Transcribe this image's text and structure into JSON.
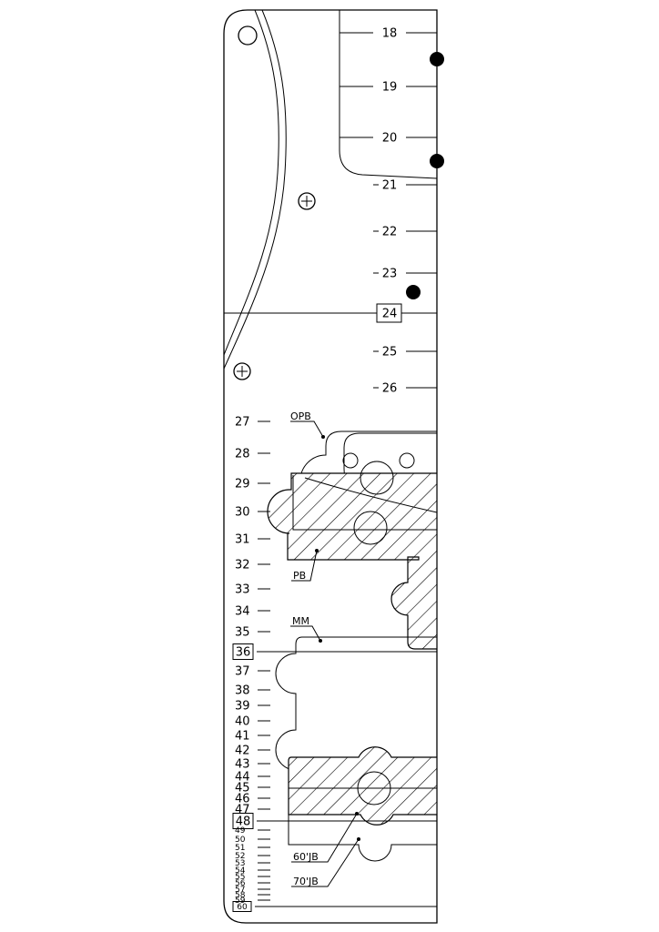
{
  "ruler": {
    "upper": [
      "18",
      "19",
      "20",
      "21",
      "22",
      "23",
      "24",
      "25",
      "26"
    ],
    "lower": [
      "27",
      "28",
      "29",
      "30",
      "31",
      "32",
      "33",
      "34",
      "35",
      "36",
      "37",
      "38",
      "39",
      "40",
      "41",
      "42",
      "43",
      "44",
      "45",
      "46",
      "47",
      "48",
      "49",
      "50",
      "51",
      "52",
      "53",
      "54",
      "55",
      "56",
      "57",
      "58",
      "59",
      "60"
    ],
    "boxed": [
      "24",
      "36",
      "48",
      "60"
    ]
  },
  "labels": {
    "opb": "OPB",
    "pb": "PB",
    "mm": "MM",
    "jb60": "60'JB",
    "jb70": "70'JB"
  }
}
